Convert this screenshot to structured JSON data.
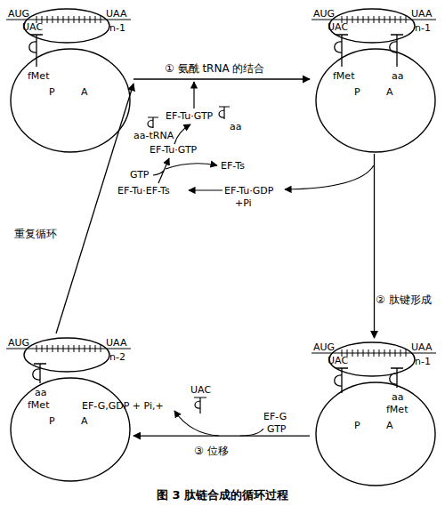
{
  "diagram": {
    "caption": "图 3 肽链合成的循环过程",
    "nodes": [
      {
        "text": [
          "AUG",
          "UAA",
          "UAC",
          "n-1",
          "fMet",
          "P",
          "A"
        ]
      },
      {
        "text": [
          "AUG",
          "UAA",
          "UAC",
          "n-1",
          "fMet",
          "aa",
          "P",
          "A"
        ]
      },
      {
        "text": [
          "AUG",
          "UAA",
          "n-2",
          "aa",
          "fMet",
          "P",
          "A"
        ]
      },
      {
        "text": [
          "AUG",
          "UAA",
          "UAC",
          "n-1",
          "aa",
          "fMet",
          "P",
          "A"
        ]
      }
    ],
    "edges": [
      {
        "from": 0,
        "to": 1,
        "label": "① 氨酰 tRNA 的结合",
        "arrow": "to"
      },
      {
        "from": 1,
        "to": 3,
        "label": "② 肽键形成",
        "arrow": "to"
      },
      {
        "from": 3,
        "to": 2,
        "label": "③ 位移",
        "arrow": "to"
      },
      {
        "from": 2,
        "to": 0,
        "label": "重复循环",
        "arrow": "to"
      }
    ],
    "labels": [
      "EF-Tu·GTP",
      "aa",
      "aa-tRNA",
      "EF-Tu·GTP",
      "EF-Ts",
      "GTP",
      "EF-Tu·EF-Ts",
      "EF-Tu·GDP",
      "+Pi",
      "EF-G,GDP + Pi,+",
      "UAC",
      "EF-G",
      "GTP"
    ]
  }
}
